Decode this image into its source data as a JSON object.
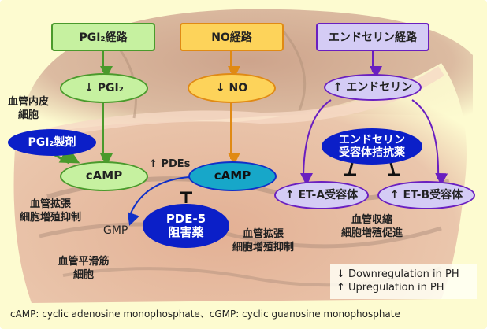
{
  "colors": {
    "pgi2_border": "#4a9a2c",
    "pgi2_fill": "#c6f1a0",
    "no_border": "#e08a14",
    "no_fill": "#fdd35a",
    "et_border": "#6a1fc0",
    "et_fill": "#d4ccf5",
    "drug_fill": "#0b1fc8",
    "camp_no_fill": "#17a7c9",
    "background": "#fdfbd0"
  },
  "pathways": {
    "pgi2": {
      "header": "PGI₂経路",
      "mediator": "↓ PGI₂",
      "second_messenger": "cAMP"
    },
    "no": {
      "header": "NO経路",
      "mediator": "↓ NO",
      "second_messenger": "cAMP"
    },
    "endothelin": {
      "header": "エンドセリン経路",
      "mediator": "↑ エンドセリン",
      "receptor_a": "↑ ET-A受容体",
      "receptor_b": "↑ ET-B受容体"
    }
  },
  "drugs": {
    "pgi2_drug": "PGI₂製剤",
    "pde5_line1": "PDE-5",
    "pde5_line2": "阻害薬",
    "era_line1": "エンドセリン",
    "era_line2": "受容体拮抗薬"
  },
  "labels": {
    "endothelial_line1": "血管内皮",
    "endothelial_line2": "細胞",
    "smooth_muscle_line1": "血管平滑筋",
    "smooth_muscle_line2": "細胞",
    "effect_pgi2_line1": "血管拡張",
    "effect_pgi2_line2": "細胞増殖抑制",
    "effect_no_line1": "血管拡張",
    "effect_no_line2": "細胞増殖抑制",
    "effect_et_line1": "血管収縮",
    "effect_et_line2": "細胞増殖促進",
    "pdes": "↑ PDEs",
    "gmp": "GMP"
  },
  "legend": {
    "down": "↓ Downregulation in PH",
    "up": "↑ Upregulation in PH"
  },
  "footnote": "cAMP: cyclic adenosine monophosphate、cGMP: cyclic guanosine monophosphate"
}
